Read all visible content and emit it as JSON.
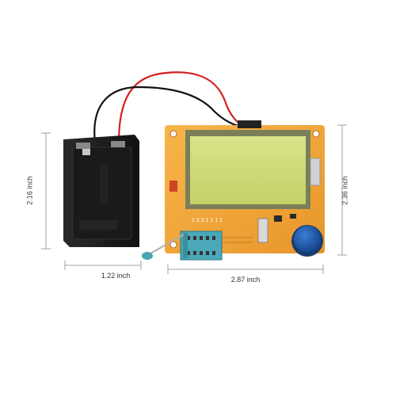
{
  "dimensions": {
    "battery_height": "2.16 inch",
    "battery_width": "1.22 inch",
    "tester_height": "2.36 inch",
    "tester_width": "2.87 inch"
  },
  "board": {
    "pin_labels": "1 2 3 1 1 1 1"
  },
  "colors": {
    "pcb": "#f0a838",
    "lcd": "#cfdc7a",
    "zif_socket": "#4aa8b8",
    "encoder_knob": "#1f5fb0",
    "battery_box": "#1c1c1c",
    "wire_red": "#d42020",
    "wire_black": "#111111"
  },
  "components": [
    "battery-holder",
    "component-tester-board",
    "lcd-screen",
    "zif-socket",
    "rotary-knob"
  ]
}
